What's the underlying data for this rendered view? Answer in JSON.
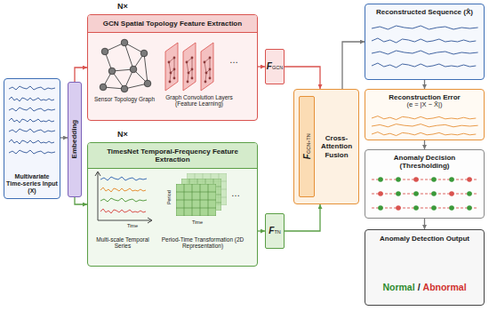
{
  "diagram": {
    "nodes": [
      {
        "text": [
          "Multivariate Time-series Input (X)"
        ]
      },
      {
        "text": [
          "Embedding"
        ]
      },
      {
        "text": [
          "GCN Spatial Topology Feature Extraction"
        ]
      },
      {
        "text": [
          "FGCN"
        ]
      },
      {
        "text": [
          "TimesNet Temporal-Frequency Feature Extraction"
        ]
      },
      {
        "text": [
          "FTN"
        ]
      },
      {
        "text": [
          "Cross-Attention Fusion"
        ]
      },
      {
        "text": [
          "FGCN+TN"
        ],
        "in": 6
      },
      {
        "text": [
          "Reconstructed Sequence (X̂)"
        ]
      },
      {
        "text": [
          "Reconstruction Error",
          "(e = |X − X̂|)"
        ]
      },
      {
        "text": [
          "Anomaly Decision (Thresholding)"
        ]
      },
      {
        "text": [
          "Anomaly Detection Output",
          "Normal",
          "/",
          "Abnormal"
        ]
      }
    ],
    "edges": [
      {
        "from": 0,
        "to": 1,
        "arrow": "to"
      },
      {
        "from": 1,
        "to": 2,
        "arrow": "to"
      },
      {
        "from": 1,
        "to": 4,
        "arrow": "to"
      },
      {
        "from": 2,
        "to": 3,
        "arrow": "to"
      },
      {
        "from": 4,
        "to": 5,
        "arrow": "to"
      },
      {
        "from": 3,
        "to": 6,
        "arrow": "to"
      },
      {
        "from": 5,
        "to": 6,
        "arrow": "to"
      },
      {
        "from": 6,
        "to": 8,
        "arrow": "to"
      },
      {
        "from": 8,
        "to": 9,
        "arrow": "to"
      },
      {
        "from": 9,
        "to": 10,
        "arrow": "to"
      },
      {
        "from": 10,
        "to": 11,
        "arrow": "to"
      }
    ],
    "labels": [
      "N×",
      "Sensor Topology Graph",
      "Graph Convolution Layers (Feature Learning)",
      "…",
      "N×",
      "Time",
      "Multi-scale Temporal Series",
      "Period",
      "Time",
      "Period-Time Transformation (2D Representation)",
      "…"
    ]
  }
}
